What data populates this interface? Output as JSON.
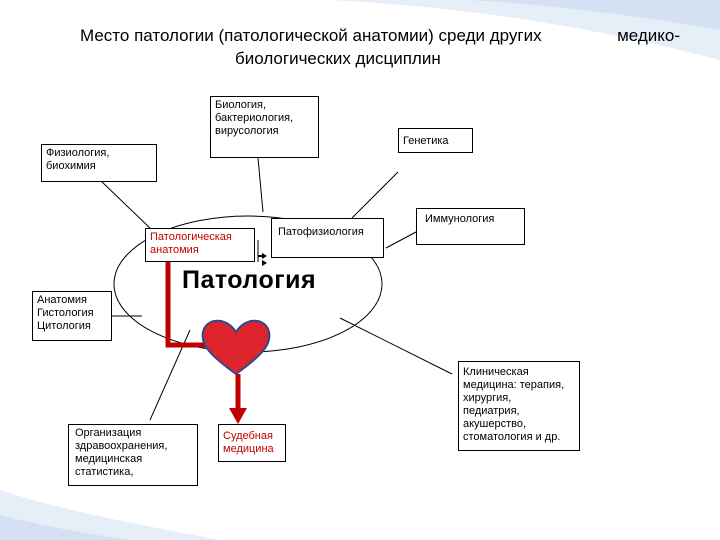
{
  "title": {
    "line1_left": "Место патологии (патологической анатомии) среди других",
    "line1_right": "медико-",
    "line2": "биологических дисциплин"
  },
  "nodes": {
    "biology": [
      "Биология,",
      "бактериология,",
      "вирусология"
    ],
    "genetics": "Генетика",
    "physiology": [
      "Физиология,",
      "биохимия"
    ],
    "immunology": "Иммунология",
    "path_anatomy": [
      "Патологическая",
      "анатомия"
    ],
    "pathophysiology": "Патофизиология",
    "center": "Патология",
    "anatomy": [
      "Анатомия",
      "Гистология",
      "Цитология"
    ],
    "clinical": [
      "Клиническая",
      "медицина: терапия,",
      "хирургия,",
      "педиатрия,",
      "акушерство,",
      "стоматология и др."
    ],
    "organization": [
      "Организация",
      "здравоохранения,",
      "медицинская",
      "статистика,"
    ],
    "forensic": [
      "Судебная",
      "медицина"
    ]
  },
  "colors": {
    "accent_red": "#c00000",
    "heart_fill": "#e0242e",
    "heart_stroke": "#2b4a8f",
    "bg_wave": "#dfe9f5"
  }
}
